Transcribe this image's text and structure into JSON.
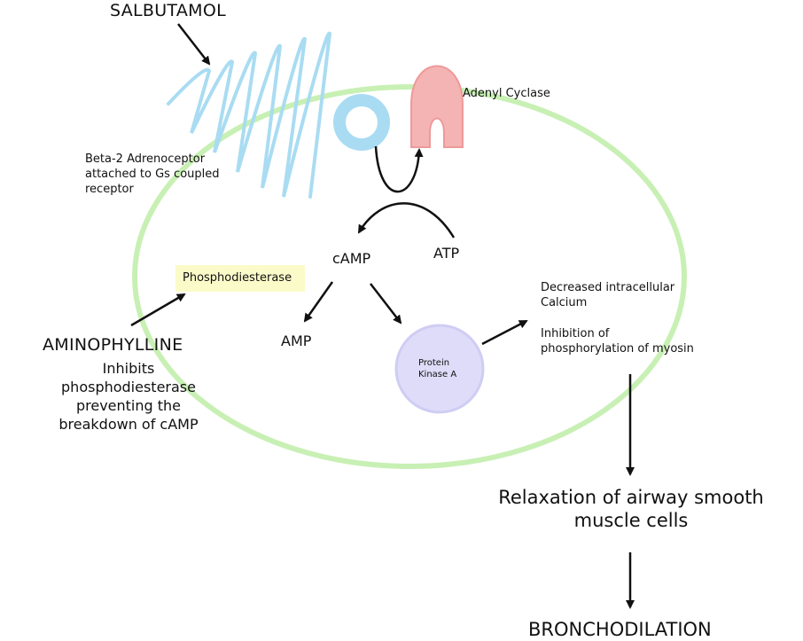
{
  "labels": {
    "salbutamol": "SALBUTAMOL",
    "adenyl_cyclase": "Adenyl Cyclase",
    "beta2": [
      "Beta-2 Adrenoceptor",
      "attached to Gs coupled",
      "receptor"
    ],
    "camp": "cAMP",
    "atp": "ATP",
    "phosphodiesterase": "Phosphodiesterase",
    "amp": "AMP",
    "protein_kinase": [
      "Protein",
      "Kinase A"
    ],
    "decreased_calcium": [
      "Decreased intracellular",
      "Calcium"
    ],
    "inhibition_myosin": [
      "Inhibition of",
      "phosphorylation of myosin"
    ],
    "aminophylline": "AMINOPHYLLINE",
    "aminophylline_desc": [
      "Inhibits",
      "phosphodiesterase",
      "preventing the",
      "breakdown of cAMP"
    ],
    "relaxation": [
      "Relaxation of airway smooth",
      "muscle cells"
    ],
    "bronchodilation": "BRONCHODILATION"
  },
  "colors": {
    "cell_membrane": "#c8f0b4",
    "receptor": "#a9dcf2",
    "g_protein": "#a9dcf2",
    "adenyl_cyclase": "#f4b4b4",
    "protein_kinase": "#dedcf8",
    "phosphodiesterase_box": "#fbfbc9",
    "arrow": "#111111"
  }
}
